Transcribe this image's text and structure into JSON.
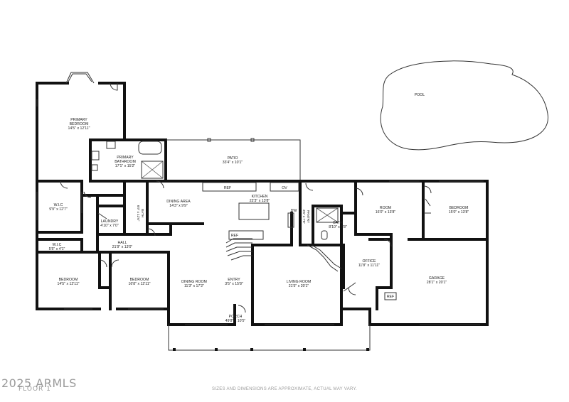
{
  "rooms": {
    "primary_bedroom": {
      "name_line1": "PRIMARY",
      "name_line2": "BEDROOM",
      "dims": "14'5\" x 12'11\""
    },
    "primary_bathroom": {
      "name_line1": "PRIMARY",
      "name_line2": "BATHROOM",
      "dims": "17'1\" x 15'2\""
    },
    "patio": {
      "name": "PATIO",
      "dims": "33'4\" x 10'1\""
    },
    "pool": {
      "name": "POOL"
    },
    "wic_upper": {
      "name": "W.I.C",
      "dims": "9'9\" x 12'7\""
    },
    "wic_lower": {
      "name": "W.I.C",
      "dims": "5'5\" x 4'1\""
    },
    "laundry": {
      "name": "LAUNDRY",
      "dims": "4'10\" x 7'0\""
    },
    "bath_left": {
      "name": "BATH",
      "dims": "6'9\" x 12'6\""
    },
    "dining_area": {
      "name": "DINING AREA",
      "dims": "14'3\" x 9'9\""
    },
    "kitchen": {
      "name": "KITCHEN",
      "dims": "22'3\" x 13'8\""
    },
    "pantry": {
      "name": "PANTRY",
      "dims": "3'6\" x 7'8\""
    },
    "bath_right": {
      "name": "BATH",
      "dims": "8'10\" x 7'8\""
    },
    "room": {
      "name": "ROOM",
      "dims": "16'0\" x 13'8\""
    },
    "bedroom_right": {
      "name": "BEDROOM",
      "dims": "15'0\" x 13'8\""
    },
    "hall": {
      "name": "HALL",
      "dims": "21'9\" x 13'0\""
    },
    "bedroom_1": {
      "name": "BEDROOM",
      "dims": "14'5\" x 12'11\""
    },
    "bedroom_2": {
      "name": "BEDROOM",
      "dims": "16'8\" x 12'11\""
    },
    "dining_room": {
      "name": "DINING ROOM",
      "dims": "11'3\" x 17'2\""
    },
    "entry": {
      "name": "ENTRY",
      "dims": "3'5\" x 15'8\""
    },
    "living_room": {
      "name": "LIVING ROOM",
      "dims": "21'5\" x 20'1\""
    },
    "office": {
      "name": "OFFICE",
      "dims": "11'8\" x 11'11\""
    },
    "garage": {
      "name": "GARAGE",
      "dims": "28'1\" x 20'1\""
    },
    "porch": {
      "name": "PORCH",
      "dims": "49'8\" x 10'5\""
    }
  },
  "fixtures": {
    "ref_kitchen": "REF",
    "ov": "OV",
    "ref_island": "REF",
    "dw": "DW",
    "ref_garage": "REF"
  },
  "watermark": "2025 ARMLS",
  "floor_label": "FLOOR 1",
  "disclaimer": "SIZES AND DIMENSIONS ARE APPROXIMATE, ACTUAL MAY VARY."
}
